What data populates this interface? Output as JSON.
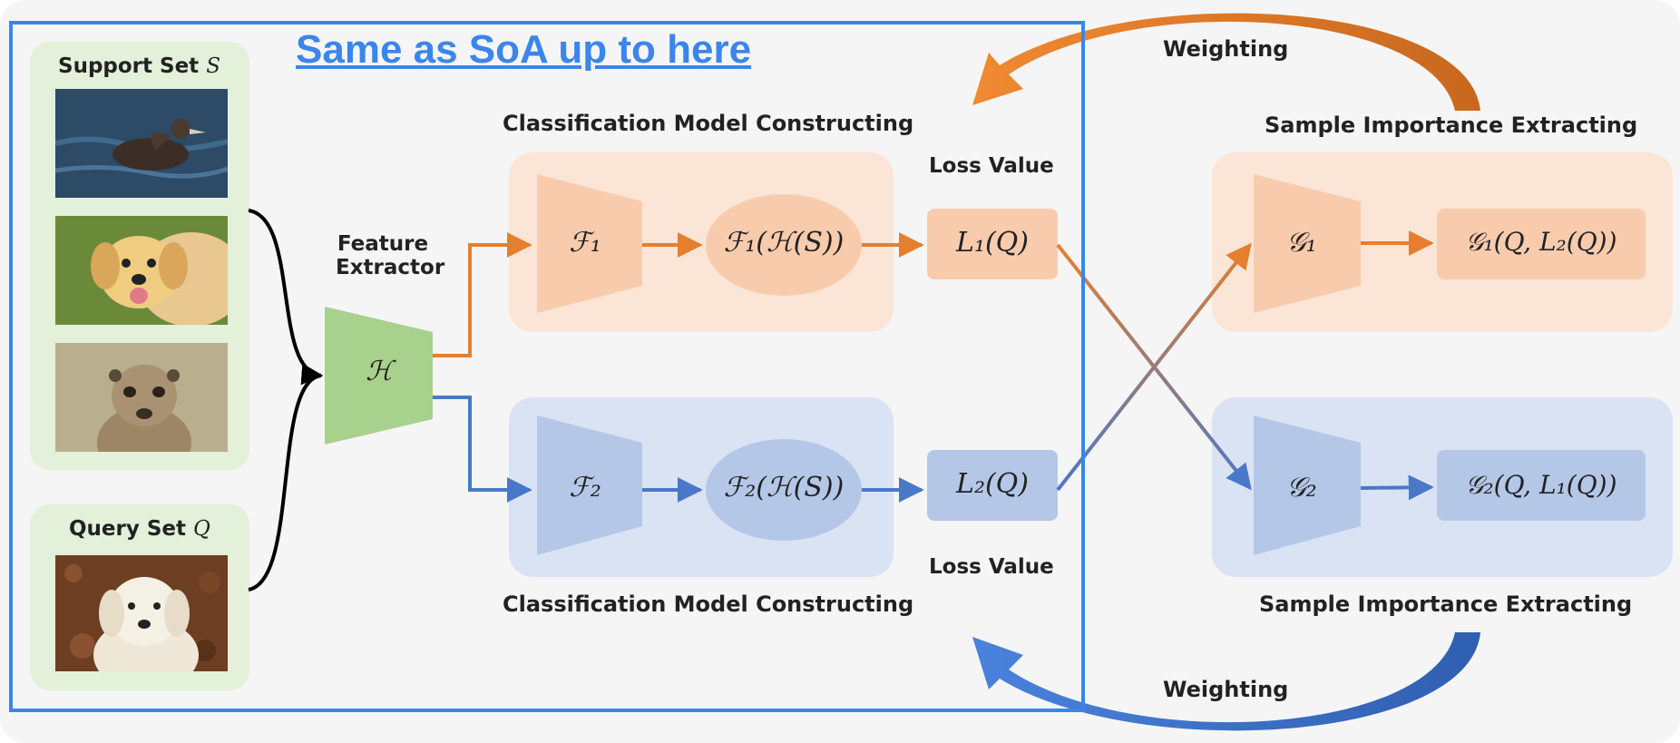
{
  "banner": {
    "soa_title": "Same as SoA up to here"
  },
  "support_set": {
    "label": "Support Set ",
    "symbol": "S"
  },
  "query_set": {
    "label": "Query Set ",
    "symbol": "Q"
  },
  "feature_extractor": {
    "label_line1": "Feature",
    "label_line2": "Extractor",
    "symbol": "ℋ"
  },
  "top_branch": {
    "section_label": "Classification Model Constructing",
    "model": "ℱ₁",
    "output": "ℱ₁(ℋ(S))",
    "loss_header": "Loss Value",
    "loss": "L₁(Q)"
  },
  "bottom_branch": {
    "section_label": "Classification Model Constructing",
    "model": "ℱ₂",
    "output": "ℱ₂(ℋ(S))",
    "loss_header": "Loss Value",
    "loss": "L₂(Q)"
  },
  "importance_top": {
    "section_label": "Sample Importance Extracting",
    "model": "𝒢₁",
    "output": "𝒢₁(Q, L₂(Q))"
  },
  "importance_bottom": {
    "section_label": "Sample Importance Extracting",
    "model": "𝒢₂",
    "output": "𝒢₂(Q, L₁(Q))"
  },
  "weighting": {
    "top": "Weighting",
    "bottom": "Weighting"
  },
  "colors": {
    "orange": "#e57f2e",
    "blue": "#4a78c8",
    "green_panel": "#e3f0da",
    "green_trap": "#a9d18e",
    "orange_panel": "#fbe5d6",
    "orange_trap": "#f8cbad",
    "blue_panel": "#dae3f3",
    "blue_trap": "#b4c7e7",
    "soa_frame": "#3a86ea"
  }
}
